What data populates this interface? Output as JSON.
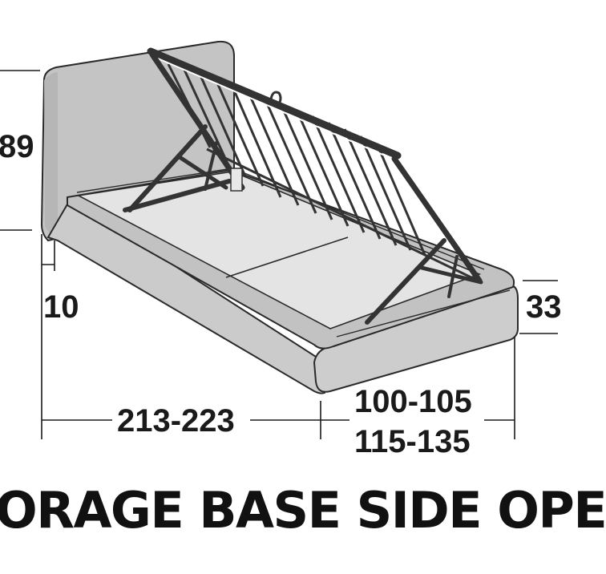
{
  "dimensions": {
    "headboard_height": "89",
    "base_clearance": "10",
    "length": "213-223",
    "width_small": "100-105",
    "width_large": "115-135",
    "side_height": "33"
  },
  "caption": {
    "title": "ORAGE BASE SIDE OPE"
  },
  "colors": {
    "fabric": "#c9c9c9",
    "fabric_dark": "#bcbcbc",
    "storage_floor": "#e4e4e4",
    "outline": "#2a2a2a",
    "slat_frame": "#333333",
    "slat_fill": "#ffffff",
    "dimension_line": "#1a1a1a"
  }
}
